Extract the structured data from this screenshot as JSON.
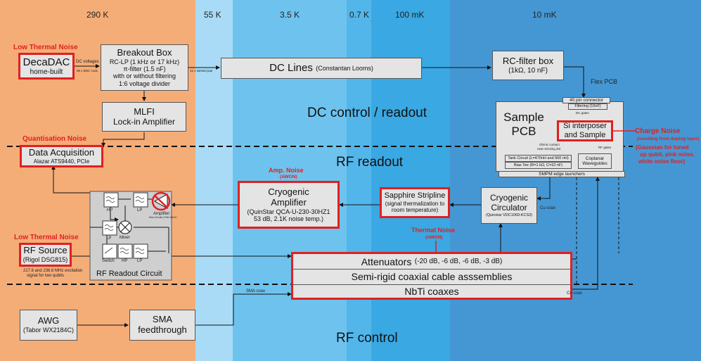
{
  "zones": [
    {
      "label": "290 K",
      "color": "#f5ad78"
    },
    {
      "label": "55 K",
      "color": "#a9dbf6"
    },
    {
      "label": "3.5 K",
      "color": "#6ec3ee"
    },
    {
      "label": "0.7 K",
      "color": "#52b6ea"
    },
    {
      "label": "100 mK",
      "color": "#3aa8e2"
    },
    {
      "label": "10 mK",
      "color": "#4597d4"
    }
  ],
  "sections": {
    "dc": "DC control / readout",
    "rf_readout": "RF readout",
    "rf_control": "RF control"
  },
  "labels": {
    "low_thermal_1": "Low Thermal Noise",
    "quant": "Quantisation Noise",
    "low_thermal_2": "Low Thermal Noise",
    "amp_noise": "Amp. Noise",
    "amp_noise_sub": "(AWGN)",
    "thermal": "Thermal Noise",
    "thermal_sub": "(AWGN)",
    "charge": "Charge Noise",
    "charge_sub": "(resulting from doping layer)",
    "charge_desc": [
      "(Gaussian for tuned",
      "up qubit, pink noise,",
      "white noise floor)"
    ]
  },
  "boxes": {
    "decadac": {
      "title": "DecaDAC",
      "sub": "home-built"
    },
    "breakout": {
      "title": "Breakout Box",
      "lines": [
        "RC-LP (1 kHz or 17 kHz)",
        "π-filter (1.5 nF)",
        "with or without filtering",
        "1:6 voltage divider"
      ]
    },
    "mlfi": {
      "title": "MLFI",
      "sub": "Lock-in Amplifier"
    },
    "daq": {
      "title": "Data Acquisition",
      "sub": "Alazar ATS9440,  PCIe"
    },
    "dclines": {
      "title": "DC Lines",
      "sub": "(Constantan Looms)"
    },
    "rcfilter": {
      "title": "RC-filter box",
      "sub": "(1kΩ, 10 nF)"
    },
    "samplepcb": {
      "title": "Sample PCB"
    },
    "pin40": "40 pin connector",
    "filtering": "Filtering (10nF)",
    "si": {
      "title": "Si interposer",
      "sub": "and Sample"
    },
    "tank": "Tank Circuit (L=470nH and 560 nH)",
    "bias": "Bias Tee (R=1 kΩ, C=10 nF)",
    "coplanar": {
      "title": "Coplanar",
      "sub": "Waveguides"
    },
    "smpm": "SMPM edge launchers",
    "cryoamp": {
      "title": "Cryogenic",
      "title2": "Amplifier",
      "lines": [
        "(QuinStar QCA-U-230-30HZ1",
        "53 dB, 2.1K noise temp.)"
      ]
    },
    "sapphire": {
      "title": "Sapphire Stripline",
      "lines": [
        "(signal thermalization to",
        "room temperature)"
      ]
    },
    "circulator": {
      "title": "Cryogenic",
      "title2": "Circulator",
      "sub": "(Quinstar VDC1069-KCS3)"
    },
    "rfsource": {
      "title": "RF Source",
      "sub": "(Rigol DSG815)"
    },
    "rfcircuit": {
      "title": "RF Readout Circuit"
    },
    "attenuators": {
      "title": "Attenuators",
      "sub": "(-20 dB, -6 dB, -6 dB, -3 dB)"
    },
    "semirigid": "Semi-rigid coaxial cable asssemblies",
    "nbti": "NbTi coaxes",
    "awg": {
      "title": "AWG",
      "sub": "(Tabor WX2184C)"
    },
    "sma": {
      "title": "SMA",
      "sub": "feedthrough"
    }
  },
  "circuit": {
    "hp1": "HP",
    "lp1": "LP",
    "amplifier": "Amplifier",
    "amp_model": "Mini-Circuits ZX60-33LN+",
    "mixer": "Mixer",
    "lp2": "LP",
    "switch": "Switch",
    "hp2": "HP",
    "lp3": "LP"
  },
  "small": {
    "dc_voltages": "DC voltages",
    "bnc": "96 x BNC coax",
    "twisted": "12 x twisted pair",
    "flex": "Flex PCB",
    "dc_gates": "DC gates",
    "ohmic": [
      "Ohmic contact",
      "near sensing dot"
    ],
    "rf_gates": "RF gates",
    "cu_coax_1": "Cu coax",
    "cu_coax_2": "Cu coax",
    "sma_coax": "SMA coax",
    "freq": [
      "217.6 and 236.6 MHz excitation",
      "signal for two qubits"
    ]
  }
}
